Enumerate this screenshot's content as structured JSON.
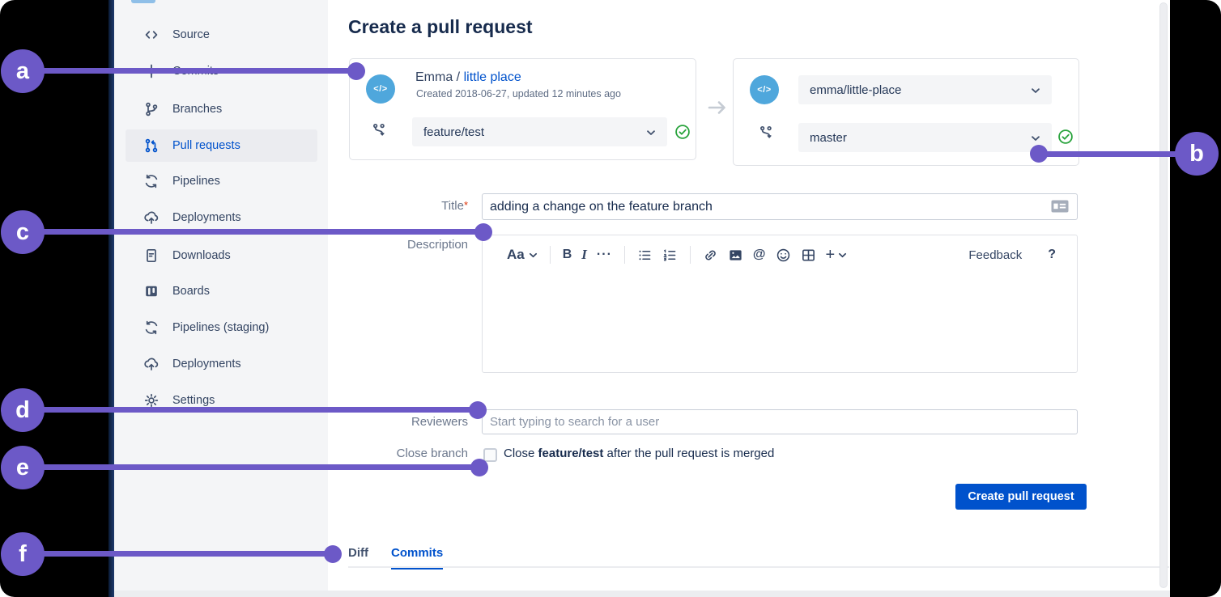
{
  "colors": {
    "accent_blue": "#0052CC",
    "annotation_purple": "#6C59C7",
    "success_green": "#28A33C",
    "avatar_blue": "#4FA7DC",
    "sidebar_bg": "#F4F5F7",
    "heading_text": "#172B4D"
  },
  "annotations": {
    "a": "a",
    "b": "b",
    "c": "c",
    "d": "d",
    "e": "e",
    "f": "f"
  },
  "sidebar": {
    "items": [
      {
        "label": "Source",
        "icon": "code-icon"
      },
      {
        "label": "Commits",
        "icon": "commit-icon"
      },
      {
        "label": "Branches",
        "icon": "branches-icon"
      },
      {
        "label": "Pull requests",
        "icon": "pull-request-icon",
        "active": true
      },
      {
        "label": "Pipelines",
        "icon": "pipelines-icon"
      },
      {
        "label": "Deployments",
        "icon": "deployments-icon"
      },
      {
        "label": "Downloads",
        "icon": "downloads-icon"
      },
      {
        "label": "Boards",
        "icon": "boards-icon"
      },
      {
        "label": "Pipelines (staging)",
        "icon": "pipelines-icon"
      },
      {
        "label": "Deployments",
        "icon": "deployments-icon"
      },
      {
        "label": "Settings",
        "icon": "settings-icon"
      }
    ]
  },
  "header": {
    "title": "Create a pull request"
  },
  "source_card": {
    "owner": "Emma",
    "separator": " / ",
    "repo_link": "little place",
    "meta": "Created 2018-06-27, updated 12 minutes ago",
    "branch": "feature/test",
    "avatar_glyph": "</>",
    "status": "valid"
  },
  "destination_card": {
    "repo": "emma/little-place",
    "branch": "master",
    "avatar_glyph": "</>",
    "status": "valid"
  },
  "form": {
    "title_label": "Title",
    "required_mark": "*",
    "title_value": "adding a change on the feature branch",
    "description_label": "Description",
    "reviewers_label": "Reviewers",
    "reviewers_placeholder": "Start typing to search for a user",
    "close_branch_label": "Close branch",
    "close_text_pre": "Close ",
    "close_text_branch": "feature/test",
    "close_text_post": " after the pull request is merged",
    "close_branch_checked": false,
    "submit_label": "Create pull request"
  },
  "editor": {
    "aa": "Aa",
    "bold": "B",
    "italic": "I",
    "more": "···",
    "at": "@",
    "plus": "+",
    "feedback": "Feedback",
    "help": "?"
  },
  "tabs": {
    "diff": "Diff",
    "commits": "Commits",
    "active_tab": "Commits"
  }
}
